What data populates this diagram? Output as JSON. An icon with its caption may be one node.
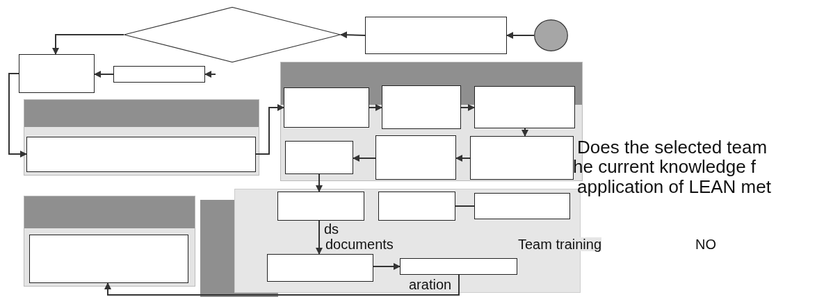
{
  "diagram": {
    "nodes": [
      {
        "text": [],
        "shape": "oval"
      },
      {
        "text": [],
        "shape": "box"
      },
      {
        "text": [],
        "shape": "diamond"
      },
      {
        "text": [],
        "shape": "box"
      },
      {
        "text": [],
        "shape": "box"
      },
      {
        "text": [],
        "shape": "box"
      },
      {
        "text": [],
        "shape": "box",
        "in": 5
      },
      {
        "text": [],
        "shape": "box"
      },
      {
        "text": [],
        "shape": "box",
        "in": 7
      },
      {
        "text": [],
        "shape": "box",
        "in": 7
      },
      {
        "text": [],
        "shape": "box",
        "in": 7
      },
      {
        "text": [],
        "shape": "box",
        "in": 7
      },
      {
        "text": [],
        "shape": "box",
        "in": 7
      },
      {
        "text": [],
        "shape": "box",
        "in": 7
      },
      {
        "text": [],
        "shape": "box"
      },
      {
        "text": [],
        "shape": "box",
        "in": 14
      },
      {
        "text": [],
        "shape": "box",
        "in": 14
      },
      {
        "text": [],
        "shape": "box",
        "in": 14
      },
      {
        "text": [],
        "shape": "box",
        "in": 14
      },
      {
        "text": [],
        "shape": "box",
        "in": 14
      },
      {
        "text": [],
        "shape": "box"
      },
      {
        "text": [],
        "shape": "box",
        "in": 20
      }
    ],
    "edges": [
      {
        "from": 0,
        "to": 1,
        "arrow": "to"
      },
      {
        "from": 1,
        "to": 2,
        "arrow": "to"
      },
      {
        "from": 2,
        "to": 3,
        "arrow": "to"
      },
      {
        "from": null,
        "to": 4,
        "arrow": "to"
      },
      {
        "from": 4,
        "to": 3,
        "arrow": "to"
      },
      {
        "from": 3,
        "to": 6,
        "arrow": "to"
      },
      {
        "from": 6,
        "to": 8,
        "arrow": "to"
      },
      {
        "from": 8,
        "to": 9,
        "arrow": "to"
      },
      {
        "from": 9,
        "to": 10,
        "arrow": "to"
      },
      {
        "from": 10,
        "to": 11,
        "arrow": "to"
      },
      {
        "from": 11,
        "to": 12,
        "arrow": "to"
      },
      {
        "from": 12,
        "to": 13,
        "arrow": "to"
      },
      {
        "from": 13,
        "to": 15,
        "arrow": "to"
      },
      {
        "from": 15,
        "to": 18,
        "arrow": "to"
      },
      {
        "from": 18,
        "to": 19,
        "arrow": "to"
      },
      {
        "from": 16,
        "to": 17,
        "arrow": "none"
      },
      {
        "from": 19,
        "to": 21,
        "arrow": "to"
      }
    ],
    "labels": [
      "Does the selected team",
      "he current knowledge f",
      "application of LEAN met",
      "ds",
      "documents",
      "Team training",
      "NO",
      "aration"
    ]
  }
}
